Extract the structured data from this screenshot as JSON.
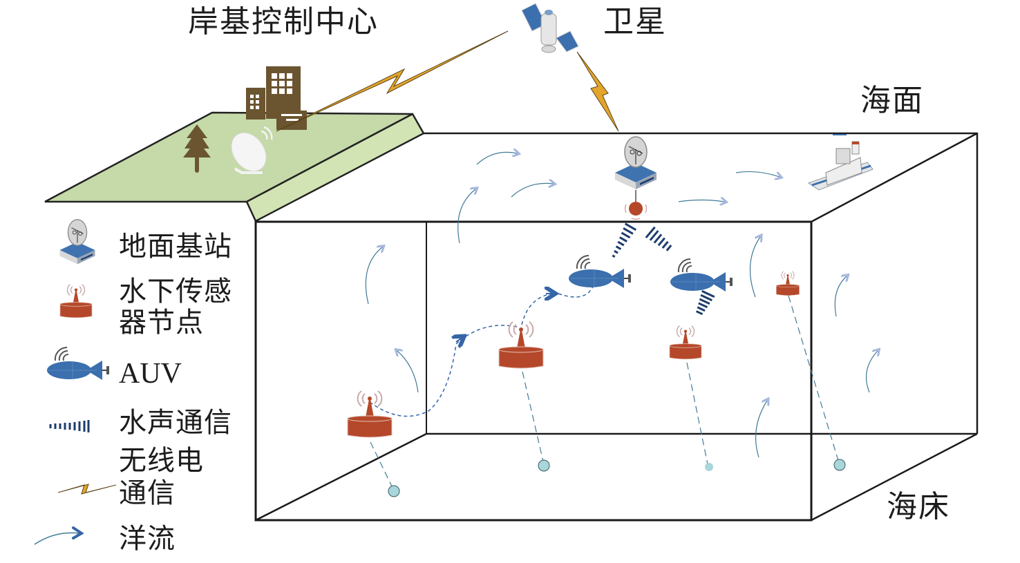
{
  "title_labels": {
    "shore_center": "岸基控制中心",
    "satellite": "卫星",
    "sea_surface": "海面",
    "seabed": "海床"
  },
  "legend": {
    "items": [
      {
        "icon": "ground-station-icon",
        "lines": [
          "地面基站"
        ]
      },
      {
        "icon": "underwater-sensor-node-icon",
        "lines": [
          "水下传感",
          "器节点"
        ]
      },
      {
        "icon": "auv-icon",
        "lines": [
          "AUV"
        ]
      },
      {
        "icon": "acoustic-communication-icon",
        "lines": [
          "水声通信"
        ]
      },
      {
        "icon": "radio-communication-icon",
        "lines": [
          "无线电",
          "通信"
        ]
      },
      {
        "icon": "ocean-current-icon",
        "lines": [
          "洋流"
        ]
      }
    ]
  },
  "colors": {
    "land_top": "#c5d9a9",
    "land_side": "#d2e4b4",
    "building": "#6b5530",
    "lightning": "#e3a52c",
    "sensor_node": "#b5482a",
    "auv": "#3b6fae",
    "acoustic": "#1d3d6b",
    "current_arrow": "#a6b6dc",
    "current_line": "#3f7a96",
    "anchor": "#a8d6da",
    "edge": "#1a1a1a"
  }
}
